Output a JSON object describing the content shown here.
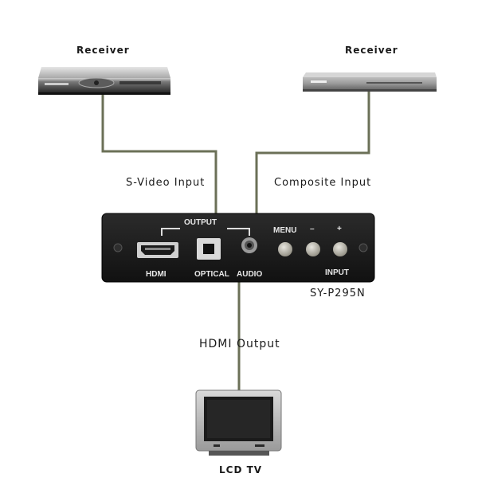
{
  "devices": {
    "receiver_left": {
      "title": "Receiver"
    },
    "receiver_right": {
      "title": "Receiver"
    },
    "tv": {
      "title": "LCD TV"
    }
  },
  "connections": {
    "svideo": "S-Video Input",
    "composite": "Composite Input",
    "hdmi_out": "HDMI Output"
  },
  "converter": {
    "model": "SY-P295N",
    "output_label": "OUTPUT",
    "ports": {
      "hdmi": "HDMI",
      "optical": "OPTICAL",
      "audio": "AUDIO"
    },
    "buttons": {
      "menu": "MENU",
      "minus": "–",
      "plus": "+"
    },
    "input_label": "INPUT"
  },
  "colors": {
    "cable": "#6b7057",
    "device_dark": "#1c1c1c"
  }
}
